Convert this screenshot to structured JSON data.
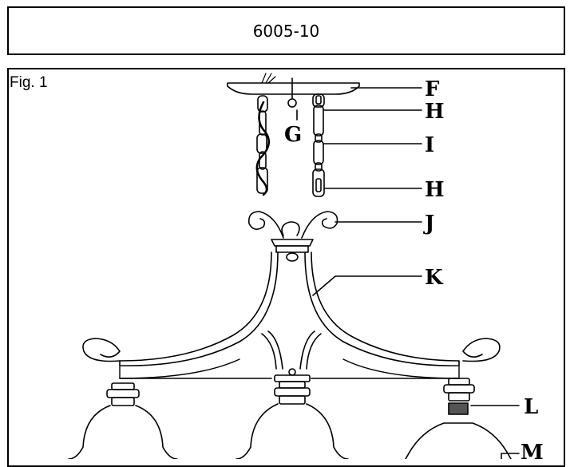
{
  "header": {
    "model_number": "6005-10"
  },
  "figure": {
    "label": "Fig. 1",
    "callouts": [
      "F",
      "G",
      "H",
      "I",
      "H",
      "J",
      "K",
      "L",
      "M"
    ]
  }
}
